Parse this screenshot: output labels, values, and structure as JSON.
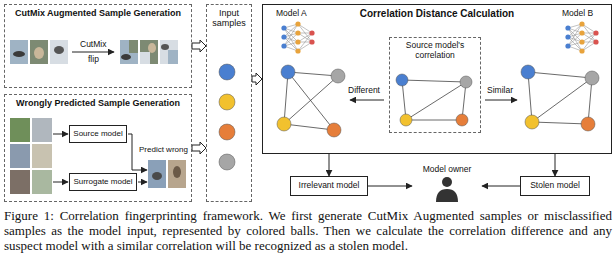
{
  "diagram": {
    "caption": "Figure 1: Correlation fingerprinting framework. We first generate CutMix Augmented samples or misclassified samples as the model input, represented by colored balls. Then we calculate the correlation difference and any suspect model with a similar correlation will be recognized as a stolen model.",
    "nodes": [
      {
        "text": [
          "CutMix Augmented Sample Generation"
        ]
      },
      {
        "text": [
          "Wrongly Predicted Sample Generation"
        ]
      },
      {
        "text": [
          "Source model"
        ],
        "in": 1
      },
      {
        "text": [
          "Surrogate model"
        ],
        "in": 1
      },
      {
        "text": [
          "Input samples"
        ]
      },
      {
        "text": [
          "Correlation Distance Calculation"
        ]
      },
      {
        "text": [
          "Source model's correlation"
        ],
        "in": 5
      },
      {
        "text": [
          "Irrelevant model"
        ]
      },
      {
        "text": [
          "Model owner"
        ]
      },
      {
        "text": [
          "Stolen model"
        ]
      }
    ],
    "edges": [
      {
        "from": 0,
        "to": 4,
        "arrow": "to"
      },
      {
        "from": 1,
        "to": 4,
        "arrow": "to"
      },
      {
        "from": 4,
        "to": 5,
        "arrow": "to"
      },
      {
        "from": 5,
        "to": 7,
        "arrow": "to"
      },
      {
        "from": 5,
        "to": 9,
        "arrow": "to"
      },
      {
        "from": 7,
        "to": 8,
        "arrow": "to"
      },
      {
        "from": 9,
        "to": 8,
        "arrow": "to"
      }
    ],
    "labels": [
      "CutMix",
      "flip",
      "Predict wrong",
      "Model A",
      "Different",
      "Similar",
      "Model B"
    ]
  }
}
